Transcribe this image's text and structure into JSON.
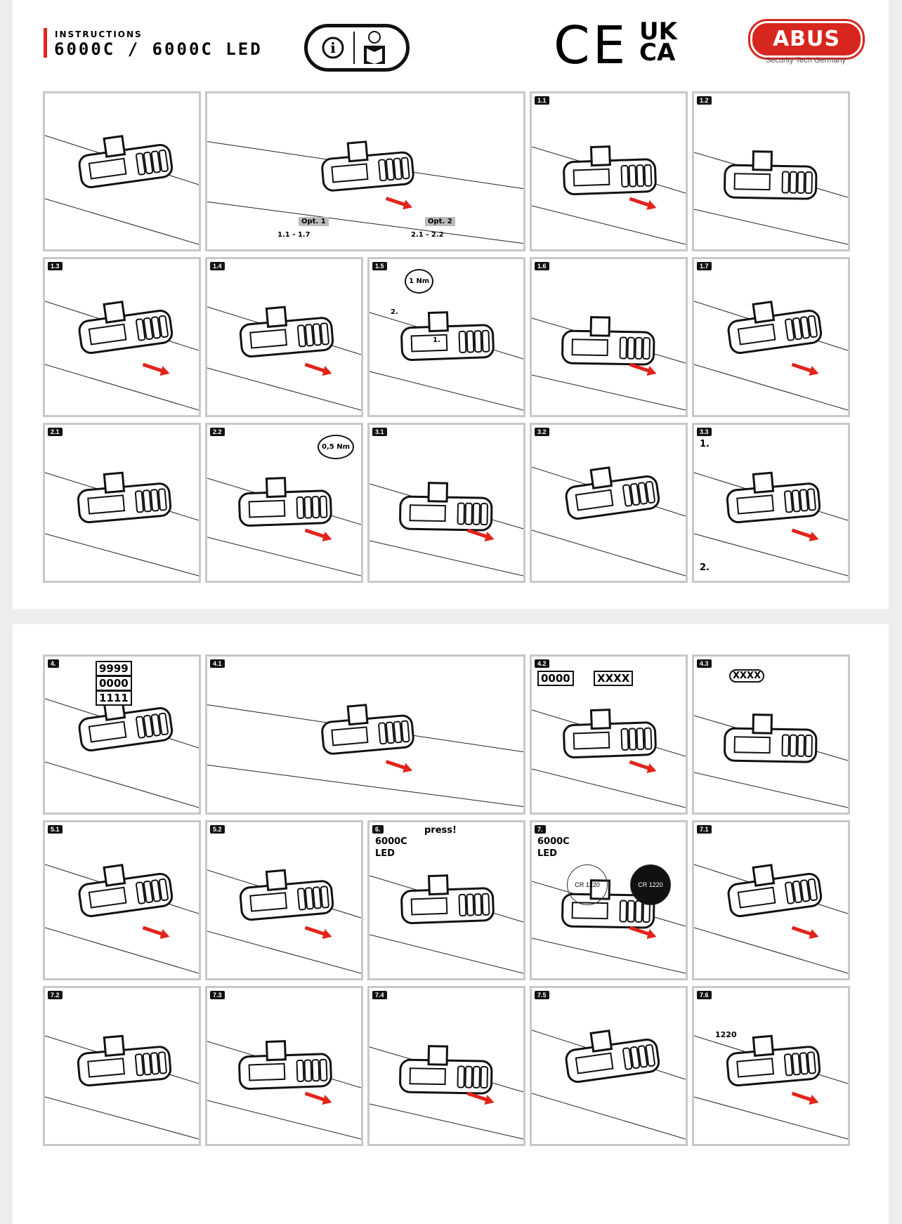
{
  "header": {
    "instructions_label": "INSTRUCTIONS",
    "title": "6000C / 6000C LED",
    "ce_mark": "CE",
    "ukca_mark": "UK CA",
    "brand": "ABUS",
    "brand_tagline": "Security Tech Germany"
  },
  "colors": {
    "accent": "#e2231a",
    "frame": "#c8c8c8"
  },
  "page1_panels": [
    {
      "label": "",
      "texts": []
    },
    {
      "label": "",
      "span": 2,
      "texts": [
        "Opt. 1",
        "1.1 - 1.7",
        "Opt. 2",
        "2.1 - 2.2"
      ]
    },
    {
      "label": "1.1",
      "texts": []
    },
    {
      "label": "1.2",
      "texts": []
    },
    {
      "label": "1.3",
      "texts": []
    },
    {
      "label": "1.4",
      "texts": []
    },
    {
      "label": "1.5",
      "texts": [
        "1 Nm",
        "1.",
        "2."
      ]
    },
    {
      "label": "1.6",
      "texts": []
    },
    {
      "label": "1.7",
      "texts": []
    },
    {
      "label": "2.1",
      "texts": []
    },
    {
      "label": "2.2",
      "texts": [
        "0,5 Nm"
      ]
    },
    {
      "label": "3.1",
      "texts": []
    },
    {
      "label": "3.2",
      "texts": []
    },
    {
      "label": "3.3",
      "texts": [
        "1.",
        "2."
      ]
    }
  ],
  "page2_panels": [
    {
      "label": "4.",
      "texts": [
        "9999",
        "0000",
        "1111"
      ]
    },
    {
      "label": "4.1",
      "span": 2,
      "texts": []
    },
    {
      "label": "4.2",
      "texts": [
        "0000",
        "XXXX"
      ]
    },
    {
      "label": "4.3",
      "texts": [
        "XXXX"
      ]
    },
    {
      "label": "5.1",
      "texts": []
    },
    {
      "label": "5.2",
      "texts": []
    },
    {
      "label": "6.",
      "texts": [
        "6000C",
        "LED",
        "press!"
      ]
    },
    {
      "label": "7.",
      "texts": [
        "6000C",
        "LED",
        "CR 1220",
        "CR 1220"
      ]
    },
    {
      "label": "7.1",
      "texts": []
    },
    {
      "label": "7.2",
      "texts": []
    },
    {
      "label": "7.3",
      "texts": []
    },
    {
      "label": "7.4",
      "texts": []
    },
    {
      "label": "7.5",
      "texts": []
    },
    {
      "label": "7.6",
      "texts": [
        "1220"
      ]
    }
  ]
}
